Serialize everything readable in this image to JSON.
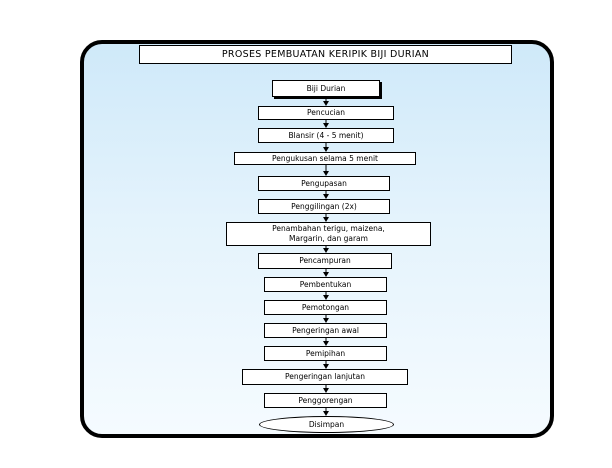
{
  "diagram": {
    "title": "PROSES PEMBUATAN KERIPIK BIJI DURIAN",
    "colors": {
      "frame_border": "#000000",
      "frame_fill_top": "#cfe9f9",
      "frame_fill_bottom": "#f5fbff",
      "node_fill": "#ffffff",
      "stroke": "#000000"
    },
    "steps": [
      "Biji Durian",
      "Pencucian",
      "Blansir (4 - 5 menit)",
      "Pengukusan selama 5 menit",
      "Pengupasan",
      "Penggilingan (2x)",
      "Penambahan terigu, maizena,\nMargarin, dan garam",
      "Pencampuran",
      "Pembentukan",
      "Pemotongan",
      "Pengeringan awal",
      "Pemipihan",
      "Pengeringan lanjutan",
      "Penggorengan",
      "Disimpan"
    ]
  }
}
